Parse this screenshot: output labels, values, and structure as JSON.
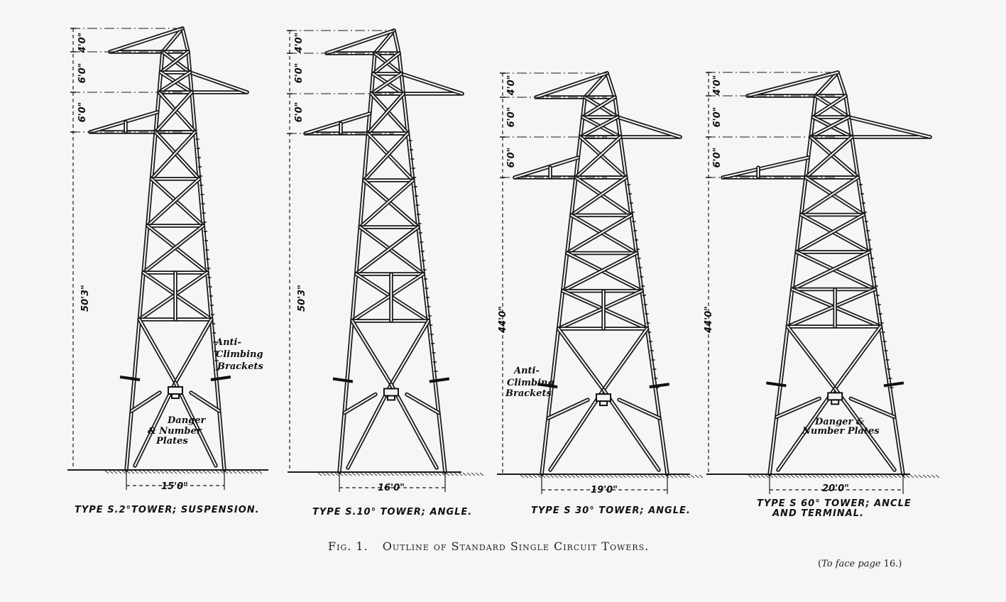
{
  "figure": {
    "number": "Fig. 1.",
    "title": "Outline of Standard Single Circuit Towers.",
    "footnote_italic": "To face page",
    "footnote_page": "16.)",
    "footnote_open": "("
  },
  "towers": [
    {
      "caption": "TYPE S.2°TOWER; SUSPENSION.",
      "caption_line2": "",
      "height_total": "50'3\"",
      "dims_top": [
        "4'0\"",
        "6'0\"",
        "6'0\""
      ],
      "base_width": "15'0\"",
      "annotations": [
        "Anti-",
        "Climbing",
        "Brackets",
        "Danger",
        "& Number",
        "Plates"
      ]
    },
    {
      "caption": "TYPE S.10° TOWER; ANGLE.",
      "caption_line2": "",
      "height_total": "50'3\"",
      "dims_top": [
        "4'0\"",
        "6'0\"",
        "6'0\""
      ],
      "base_width": "16'0\""
    },
    {
      "caption": "TYPE S 30° TOWER; ANGLE.",
      "caption_line2": "",
      "height_total": "44'0\"",
      "dims_top": [
        "4'0\"",
        "6'0\"",
        "6'0\""
      ],
      "base_width": "19'0\"",
      "annotations": [
        "Anti-",
        "Climbing",
        "Brackets"
      ]
    },
    {
      "caption": "TYPE S 60° TOWER; ANCLE",
      "caption_line2": "AND TERMINAL.",
      "height_total": "44'0\"",
      "dims_top": [
        "4'0\"",
        "6'0\"",
        "6'0\""
      ],
      "base_width": "20'0\"",
      "annotations": [
        "Danger &",
        "Number Plates"
      ]
    }
  ],
  "colors": {
    "paper": "#f7f5f7",
    "ink": "#1a1a1a"
  }
}
